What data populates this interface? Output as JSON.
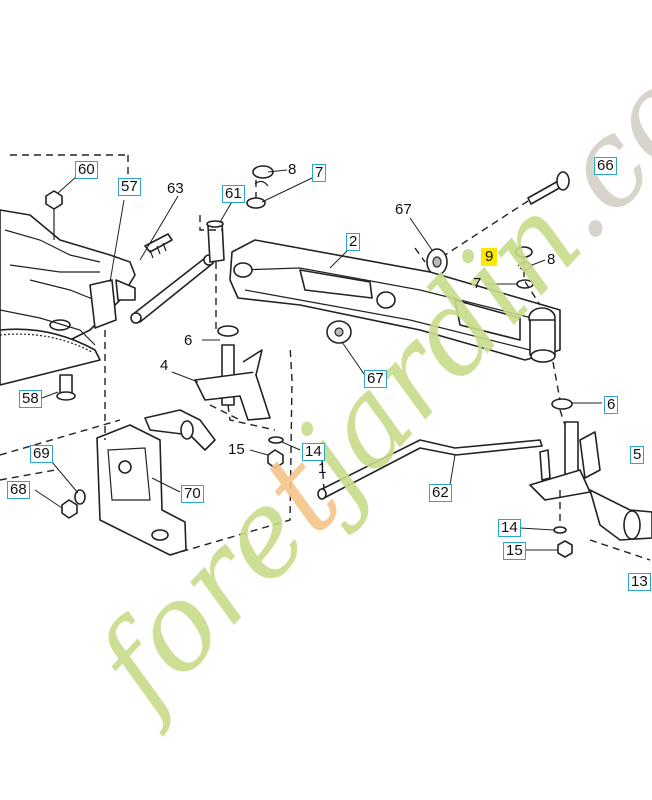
{
  "colors": {
    "label_border": "#2aa6c9",
    "highlight": "#ffe800",
    "watermark_green": "#c6dc8a",
    "watermark_orange": "#f4c48a",
    "watermark_gray": "#d4cfc6"
  },
  "watermark": {
    "text": "foretjardin.com"
  },
  "labels": [
    {
      "id": "60",
      "text": "60",
      "boxed": true,
      "highlight": false
    },
    {
      "id": "57",
      "text": "57",
      "boxed": true,
      "highlight": false
    },
    {
      "id": "63",
      "text": "63",
      "boxed": false,
      "highlight": false
    },
    {
      "id": "61",
      "text": "61",
      "boxed": true,
      "highlight": false
    },
    {
      "id": "8a",
      "text": "8",
      "boxed": false,
      "highlight": false
    },
    {
      "id": "7a",
      "text": "7",
      "boxed": true,
      "highlight": false
    },
    {
      "id": "66",
      "text": "66",
      "boxed": true,
      "highlight": false
    },
    {
      "id": "67a",
      "text": "67",
      "boxed": false,
      "highlight": false
    },
    {
      "id": "2",
      "text": "2",
      "boxed": true,
      "highlight": false
    },
    {
      "id": "9",
      "text": "9",
      "boxed": false,
      "highlight": true
    },
    {
      "id": "8b",
      "text": "8",
      "boxed": false,
      "highlight": false
    },
    {
      "id": "7b",
      "text": "7",
      "boxed": false,
      "highlight": false
    },
    {
      "id": "6a",
      "text": "6",
      "boxed": false,
      "highlight": false
    },
    {
      "id": "67b",
      "text": "67",
      "boxed": true,
      "highlight": false
    },
    {
      "id": "4",
      "text": "4",
      "boxed": false,
      "highlight": false
    },
    {
      "id": "58",
      "text": "58",
      "boxed": true,
      "highlight": false
    },
    {
      "id": "6b",
      "text": "6",
      "boxed": true,
      "highlight": false
    },
    {
      "id": "5",
      "text": "5",
      "boxed": true,
      "highlight": false
    },
    {
      "id": "15a",
      "text": "15",
      "boxed": false,
      "highlight": false
    },
    {
      "id": "14a",
      "text": "14",
      "boxed": true,
      "highlight": false
    },
    {
      "id": "1",
      "text": "1",
      "boxed": false,
      "highlight": false
    },
    {
      "id": "69",
      "text": "69",
      "boxed": true,
      "highlight": false
    },
    {
      "id": "68",
      "text": "68",
      "boxed": true,
      "highlight": false
    },
    {
      "id": "70",
      "text": "70",
      "boxed": true,
      "highlight": false
    },
    {
      "id": "62",
      "text": "62",
      "boxed": true,
      "highlight": false
    },
    {
      "id": "14b",
      "text": "14",
      "boxed": true,
      "highlight": false
    },
    {
      "id": "15b",
      "text": "15",
      "boxed": true,
      "highlight": false
    },
    {
      "id": "13",
      "text": "13",
      "boxed": true,
      "highlight": false
    }
  ]
}
